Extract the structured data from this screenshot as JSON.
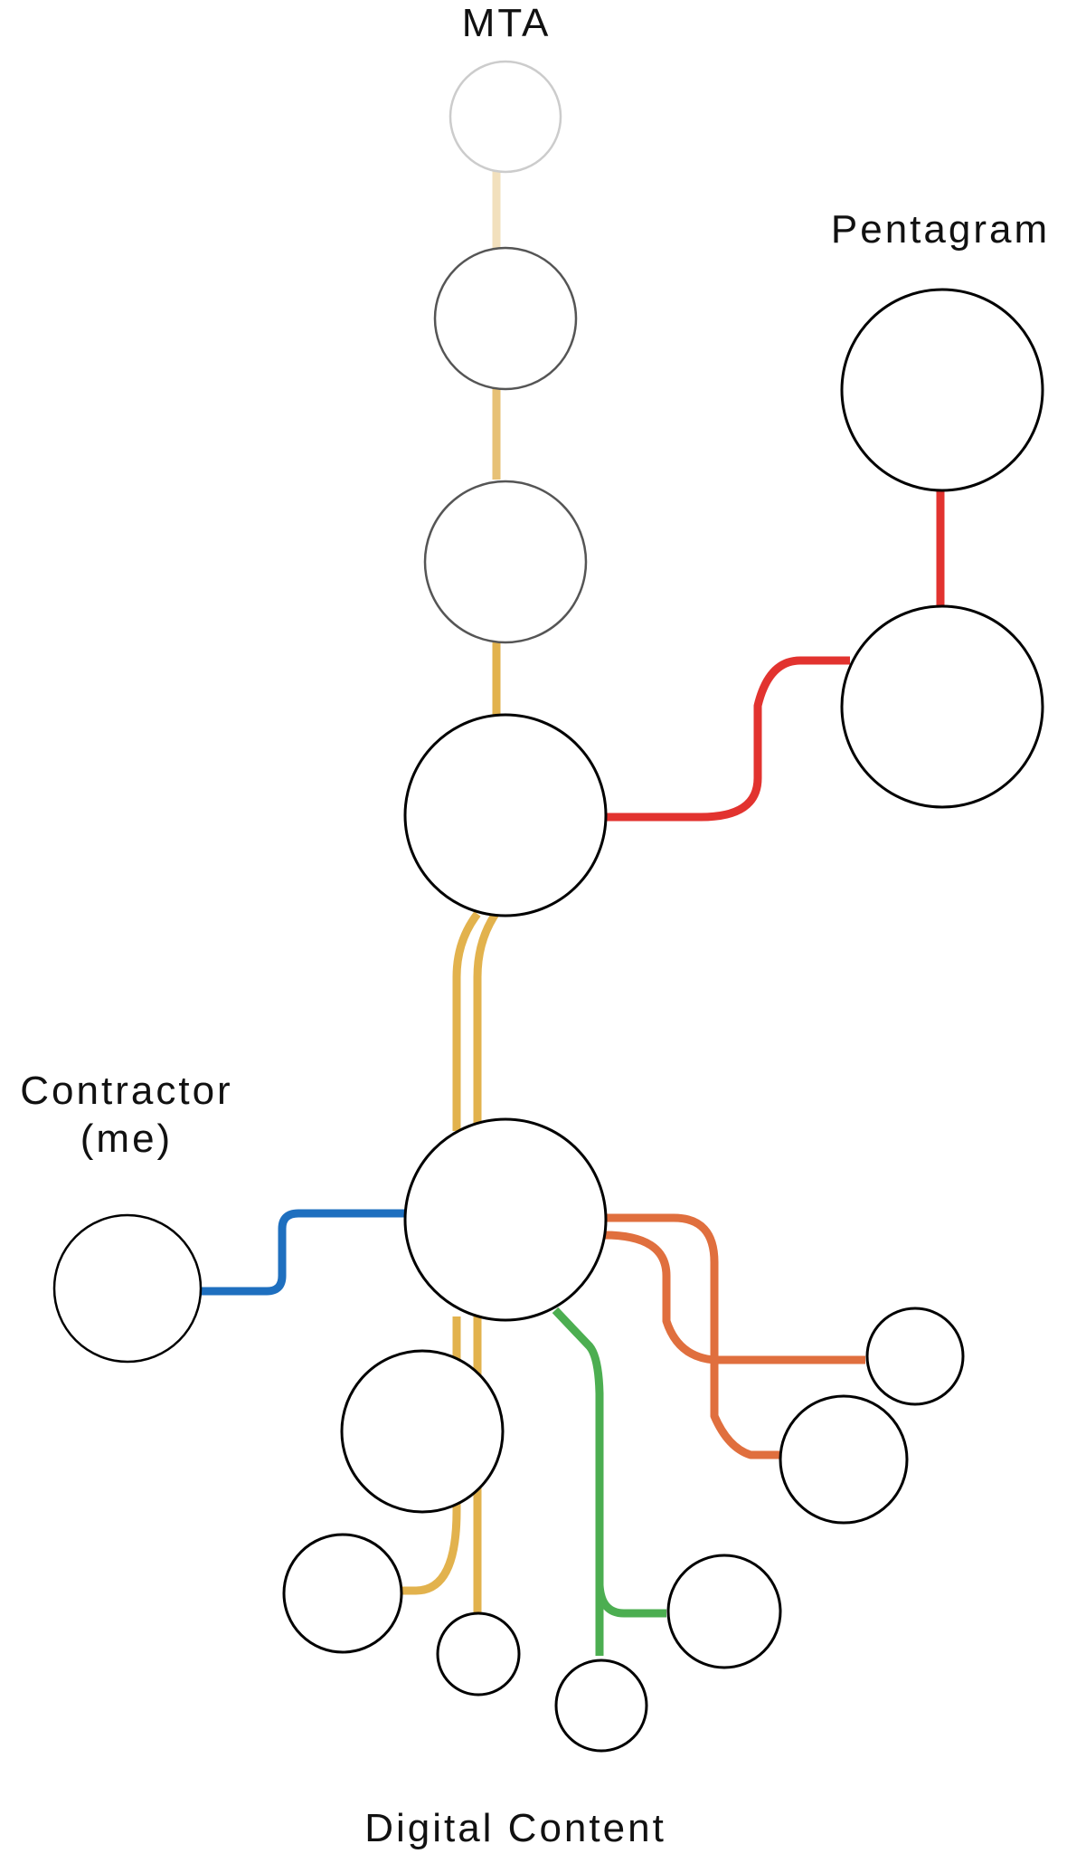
{
  "labels": {
    "mta": "MTA",
    "pentagram": "Pentagram",
    "contractor_line1": "Contractor",
    "contractor_line2": "(me)",
    "digital_content": "Digital Content"
  },
  "colors": {
    "mta_line_faded": "#f2e0bd",
    "mta_line_mid": "#e7c176",
    "mta_line": "#e2b24d",
    "pentagram_line": "#e2332f",
    "contractor_line": "#1e6fbf",
    "orange_line": "#e06f3e",
    "green_line": "#4cae51",
    "node_stroke_faded": "#cccccc",
    "node_stroke_mid": "#555555",
    "node_stroke": "#000000"
  }
}
